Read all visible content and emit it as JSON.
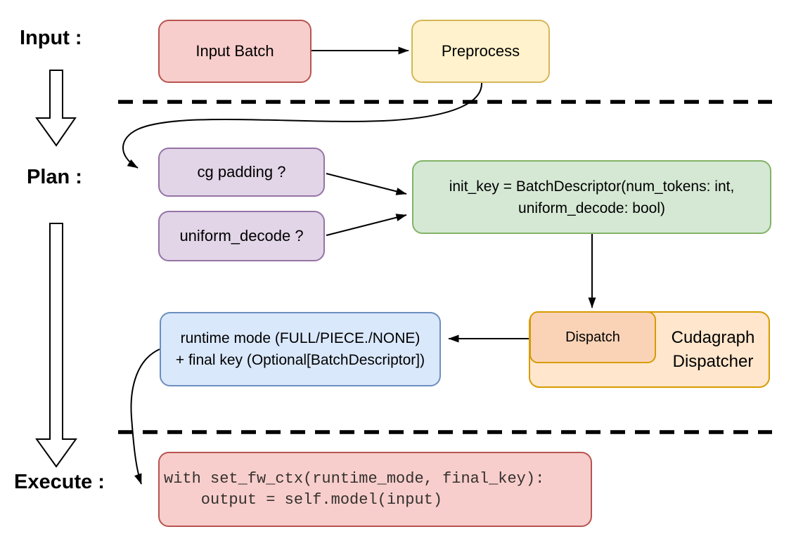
{
  "stages": {
    "input": "Input :",
    "plan": "Plan :",
    "execute": "Execute :"
  },
  "nodes": {
    "input_batch": "Input Batch",
    "preprocess": "Preprocess",
    "cg_padding": "cg padding ?",
    "uniform_decode": "uniform_decode ?",
    "init_key_line1": "init_key = BatchDescriptor(num_tokens: int,",
    "init_key_line2": "uniform_decode: bool)",
    "dispatch": "Dispatch",
    "dispatcher_line1": "Cudagraph",
    "dispatcher_line2": "Dispatcher",
    "runtime_line1": "runtime mode (FULL/PIECE./NONE)",
    "runtime_line2": "+ final key (Optional[BatchDescriptor])",
    "code_line1": "with set_fw_ctx(runtime_mode, final_key):",
    "code_line2": "    output = self.model(input)"
  },
  "colors": {
    "red_fill": "#f8cecc",
    "red_stroke": "#b85450",
    "yellow_fill": "#fff2cc",
    "yellow_stroke": "#d6b656",
    "purple_fill": "#e1d5e7",
    "purple_stroke": "#9673a6",
    "green_fill": "#d5e8d4",
    "green_stroke": "#82b366",
    "orange_fill": "#ffe6cc",
    "orange_inner_fill": "#fad3b7",
    "orange_stroke": "#d79b00",
    "blue_fill": "#dae8fc",
    "blue_stroke": "#6c8ebf",
    "connector_color": "#000000"
  }
}
